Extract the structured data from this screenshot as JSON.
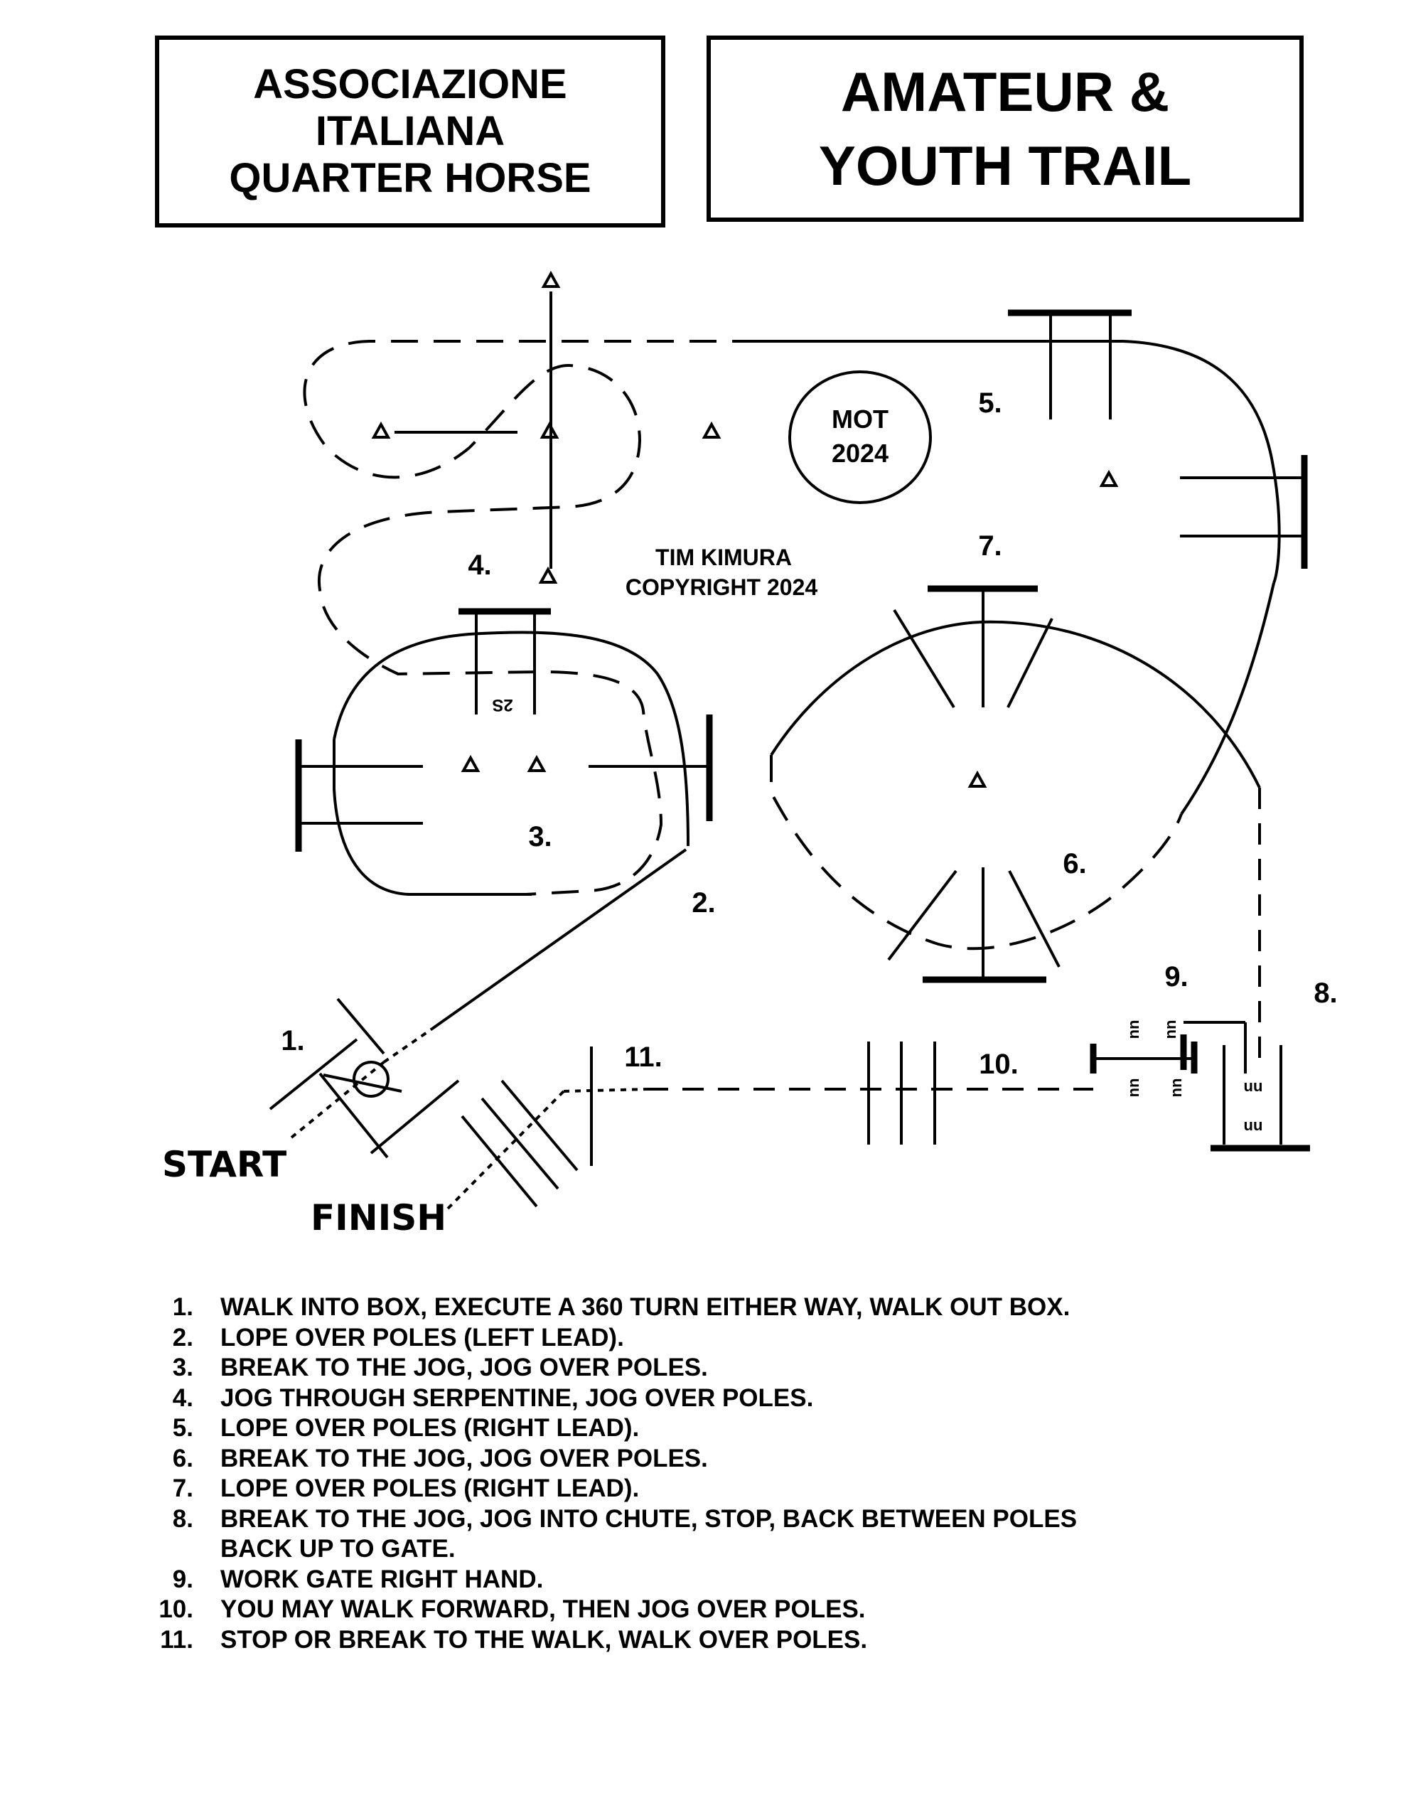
{
  "header": {
    "association_lines": [
      "ASSOCIAZIONE",
      "ITALIANA",
      "QUARTER HORSE"
    ],
    "class_title_lines": [
      "AMATEUR &",
      "YOUTH TRAIL"
    ]
  },
  "diagram": {
    "stamp_lines": [
      "MOT",
      "2024"
    ],
    "credit_lines": [
      "TIM KIMURA",
      "COPYRIGHT 2024"
    ],
    "start_label": "START",
    "finish_label": "FINISH",
    "pole_marking": "2S",
    "gate_marking": "uu",
    "obstacle_labels": [
      "1.",
      "2.",
      "3.",
      "4.",
      "5.",
      "6.",
      "7.",
      "8.",
      "9.",
      "10.",
      "11."
    ]
  },
  "instructions": [
    {
      "num": "1.",
      "text": "WALK INTO BOX, EXECUTE A 360 TURN EITHER WAY, WALK OUT BOX."
    },
    {
      "num": "2.",
      "text": "LOPE OVER POLES (LEFT LEAD)."
    },
    {
      "num": "3.",
      "text": "BREAK TO THE JOG, JOG OVER POLES."
    },
    {
      "num": "4.",
      "text": "JOG THROUGH SERPENTINE, JOG OVER POLES."
    },
    {
      "num": "5.",
      "text": "LOPE OVER POLES (RIGHT LEAD)."
    },
    {
      "num": "6.",
      "text": "BREAK TO THE JOG, JOG OVER POLES."
    },
    {
      "num": "7.",
      "text": "LOPE OVER POLES (RIGHT LEAD)."
    },
    {
      "num": "8.",
      "text": "BREAK TO THE JOG, JOG INTO CHUTE, STOP, BACK BETWEEN POLES"
    },
    {
      "num": "",
      "text": "BACK UP TO GATE."
    },
    {
      "num": "9.",
      "text": "WORK GATE RIGHT HAND."
    },
    {
      "num": "10.",
      "text": "YOU MAY WALK FORWARD, THEN JOG OVER POLES."
    },
    {
      "num": "11.",
      "text": "STOP OR BREAK TO THE WALK, WALK OVER POLES."
    }
  ]
}
